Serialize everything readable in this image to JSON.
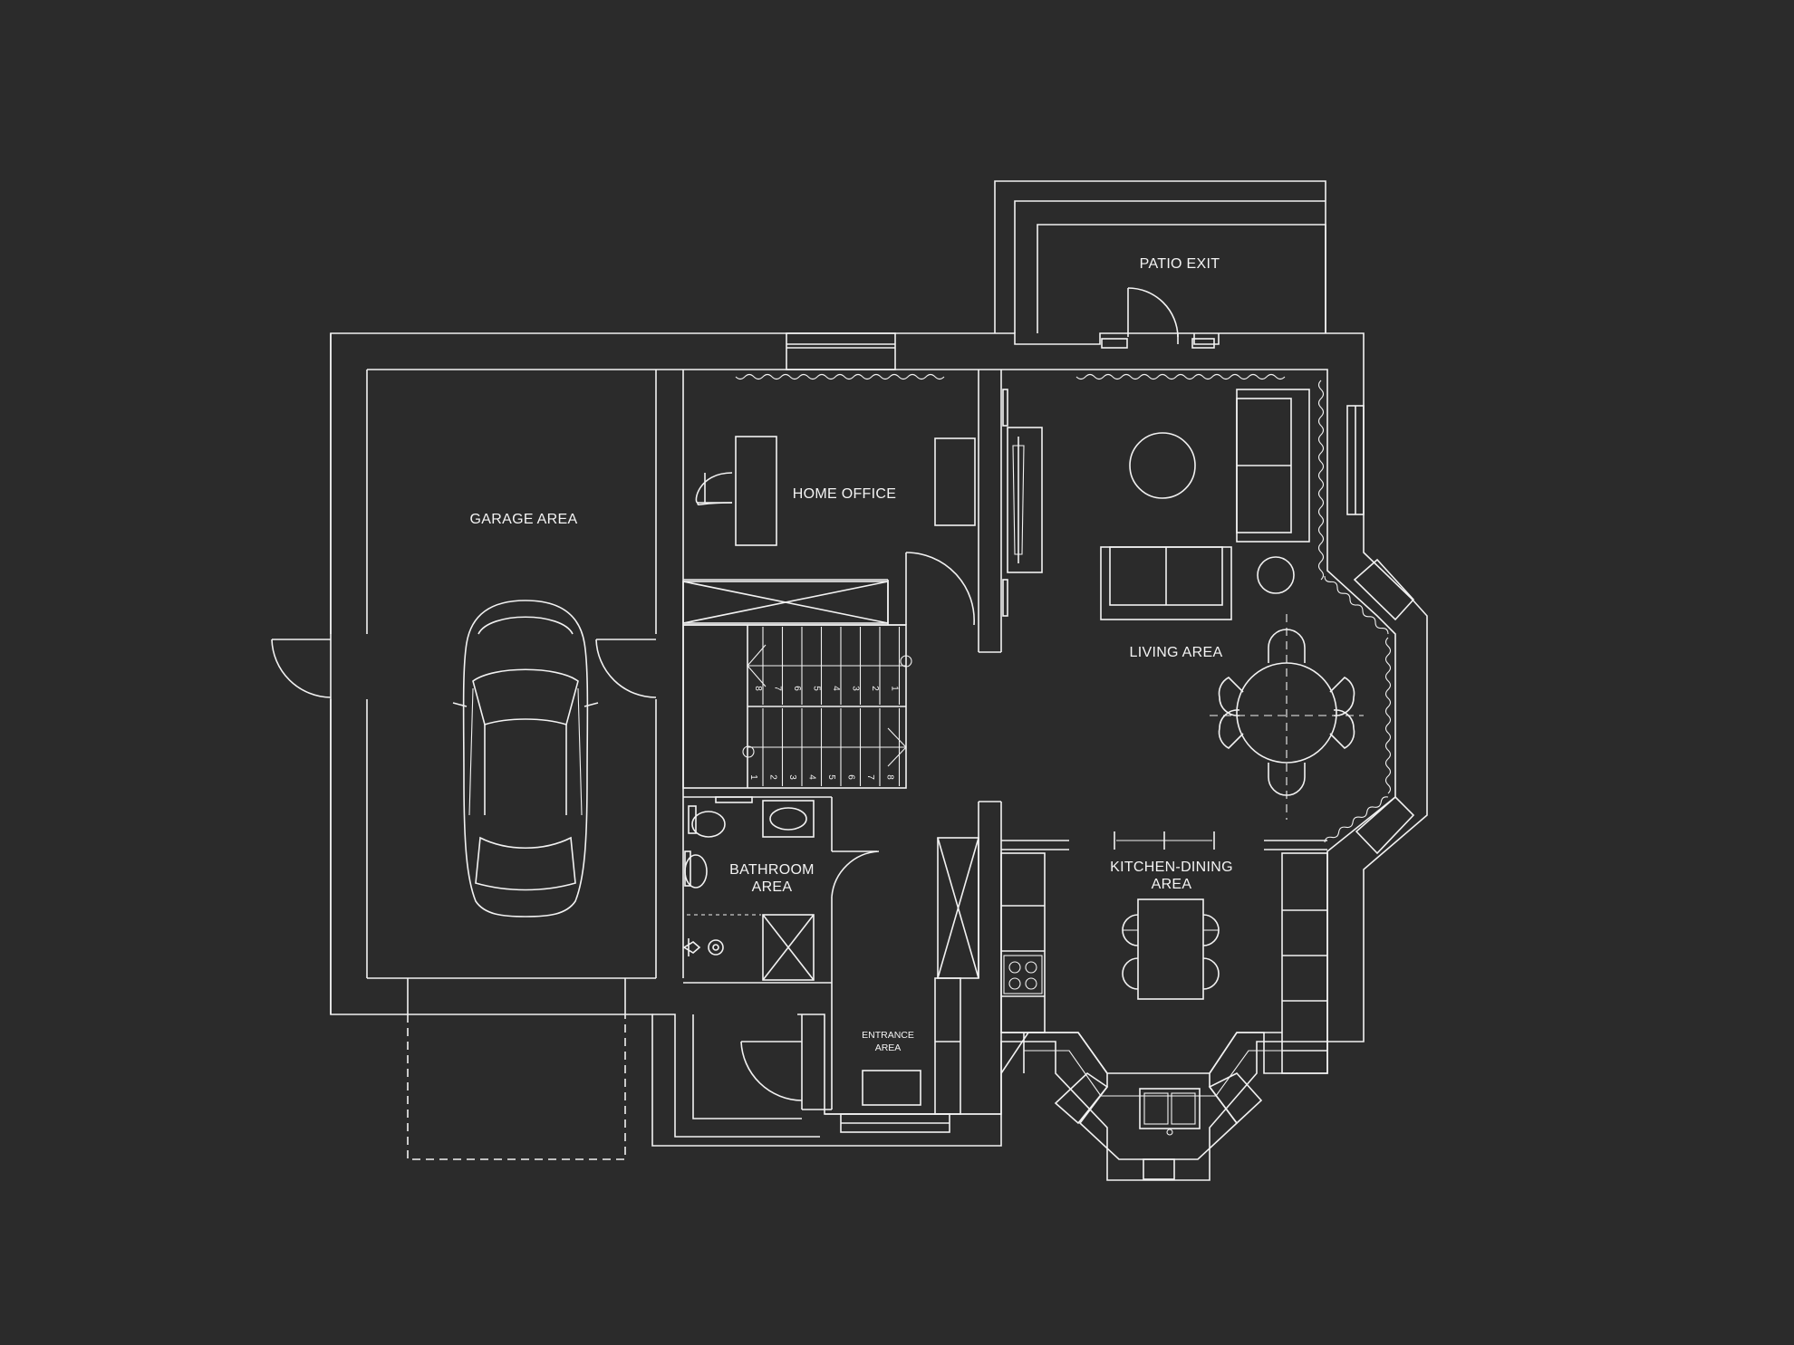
{
  "labels": {
    "patio": "PATIO EXIT",
    "garage": "GARAGE AREA",
    "office": "HOME OFFICE",
    "living": "LIVING AREA",
    "bathroom_line1": "BATHROOM",
    "bathroom_line2": "AREA",
    "kitchen_line1": "KITCHEN-DINING",
    "kitchen_line2": "AREA",
    "entrance_line1": "ENTRANCE",
    "entrance_line2": "AREA"
  },
  "stairs": {
    "upper_flight": [
      "8",
      "7",
      "6",
      "5",
      "4",
      "3",
      "2",
      "1"
    ],
    "lower_flight": [
      "1",
      "2",
      "3",
      "4",
      "5",
      "6",
      "7",
      "8"
    ]
  },
  "colors": {
    "background": "#2b2b2b",
    "lines": "#f2f2f2"
  }
}
